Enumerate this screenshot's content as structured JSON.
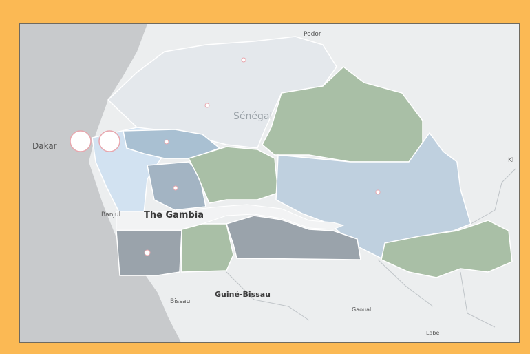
{
  "map": {
    "labels": {
      "dakar": "Dakar",
      "senegal": "Sénégal",
      "the_gambia": "The Gambia",
      "banjul": "Banjul",
      "guinea_bissau": "Guiné-Bissau",
      "bissau": "Bissau",
      "podor": "Podor",
      "labe": "Labe",
      "gaoual": "Gaoual",
      "kidira": "Ki"
    },
    "colors": {
      "frame_border": "#fbb954",
      "ocean": "#c8cacc",
      "land": "#eceeef",
      "senegal_base": "#e4e8ec",
      "green_region": "#a9bfa6",
      "light_blue_region": "#bfd0df",
      "pale_blue_region": "#d2e2f1",
      "slate_region": "#a0b6c8",
      "dark_gray_region": "#9aa3ab",
      "marker_fill": "#ffffff",
      "marker_outline": "#e8a6ad"
    }
  }
}
